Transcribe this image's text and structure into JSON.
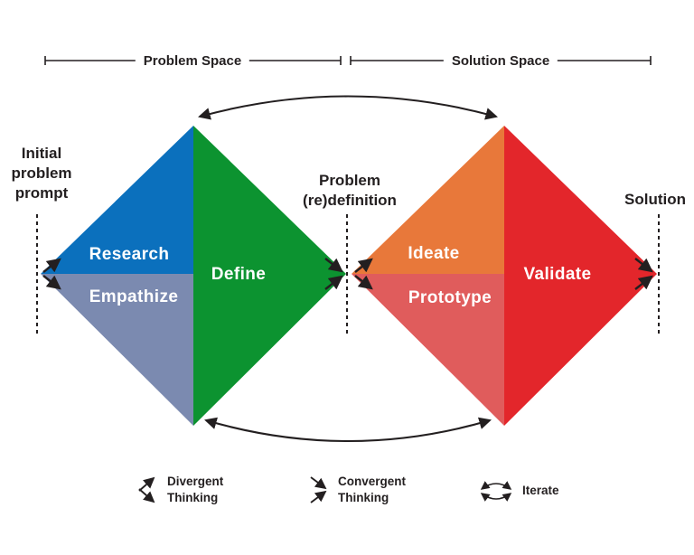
{
  "header": {
    "problem_space": "Problem Space",
    "solution_space": "Solution Space"
  },
  "annotations": {
    "initial_prompt": {
      "lines": [
        "Initial",
        "problem",
        "prompt"
      ]
    },
    "redefinition": {
      "lines": [
        "Problem",
        "(re)definition"
      ]
    },
    "solution": "Solution"
  },
  "diamonds": {
    "problem": {
      "research": {
        "label": "Research",
        "color": "#0b70bd"
      },
      "empathize": {
        "label": "Empathize",
        "color": "#7b8ab0"
      },
      "define": {
        "label": "Define",
        "color": "#0c9330"
      }
    },
    "solution": {
      "ideate": {
        "label": "Ideate",
        "color": "#e8783a"
      },
      "prototype": {
        "label": "Prototype",
        "color": "#e05c5c"
      },
      "validate": {
        "label": "Validate",
        "color": "#e3262b"
      }
    }
  },
  "legend": {
    "divergent": {
      "lines": [
        "Divergent",
        "Thinking"
      ],
      "icon": "divergent-arrows-icon"
    },
    "convergent": {
      "lines": [
        "Convergent",
        "Thinking"
      ],
      "icon": "convergent-arrows-icon"
    },
    "iterate": {
      "label": "Iterate",
      "icon": "iterate-cycle-icon"
    }
  },
  "colors": {
    "ink": "#231f20",
    "label_text": "#ffffff",
    "background": "#ffffff"
  }
}
